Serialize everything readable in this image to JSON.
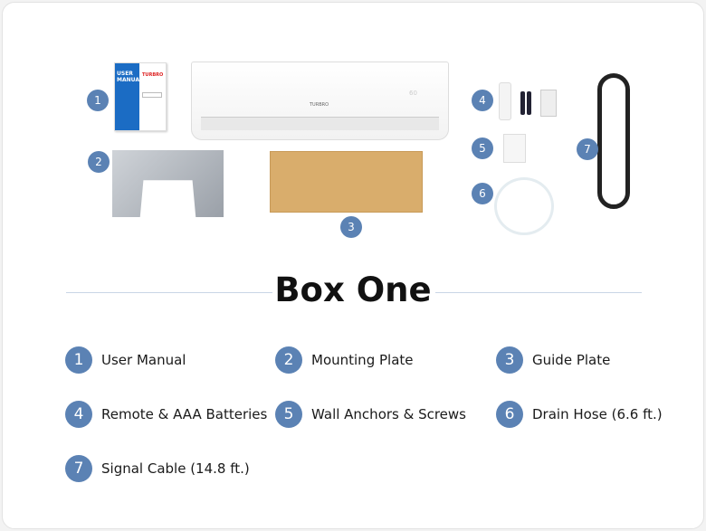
{
  "title": "Box One",
  "items": [
    {
      "num": "1",
      "label": "User Manual"
    },
    {
      "num": "2",
      "label": "Mounting Plate"
    },
    {
      "num": "3",
      "label": "Guide Plate"
    },
    {
      "num": "4",
      "label": "Remote & AAA Batteries"
    },
    {
      "num": "5",
      "label": "Wall Anchors & Screws"
    },
    {
      "num": "6",
      "label": "Drain Hose (6.6 ft.)"
    },
    {
      "num": "7",
      "label": "Signal Cable (14.8 ft.)"
    }
  ],
  "manual": {
    "cover_title": "USER MANUAL",
    "brand": "TURBRO"
  },
  "ac_unit": {
    "brand": "TURBRO",
    "display": "60"
  },
  "colors": {
    "accent": "#5b82b4",
    "line": "#c9d5e5"
  }
}
